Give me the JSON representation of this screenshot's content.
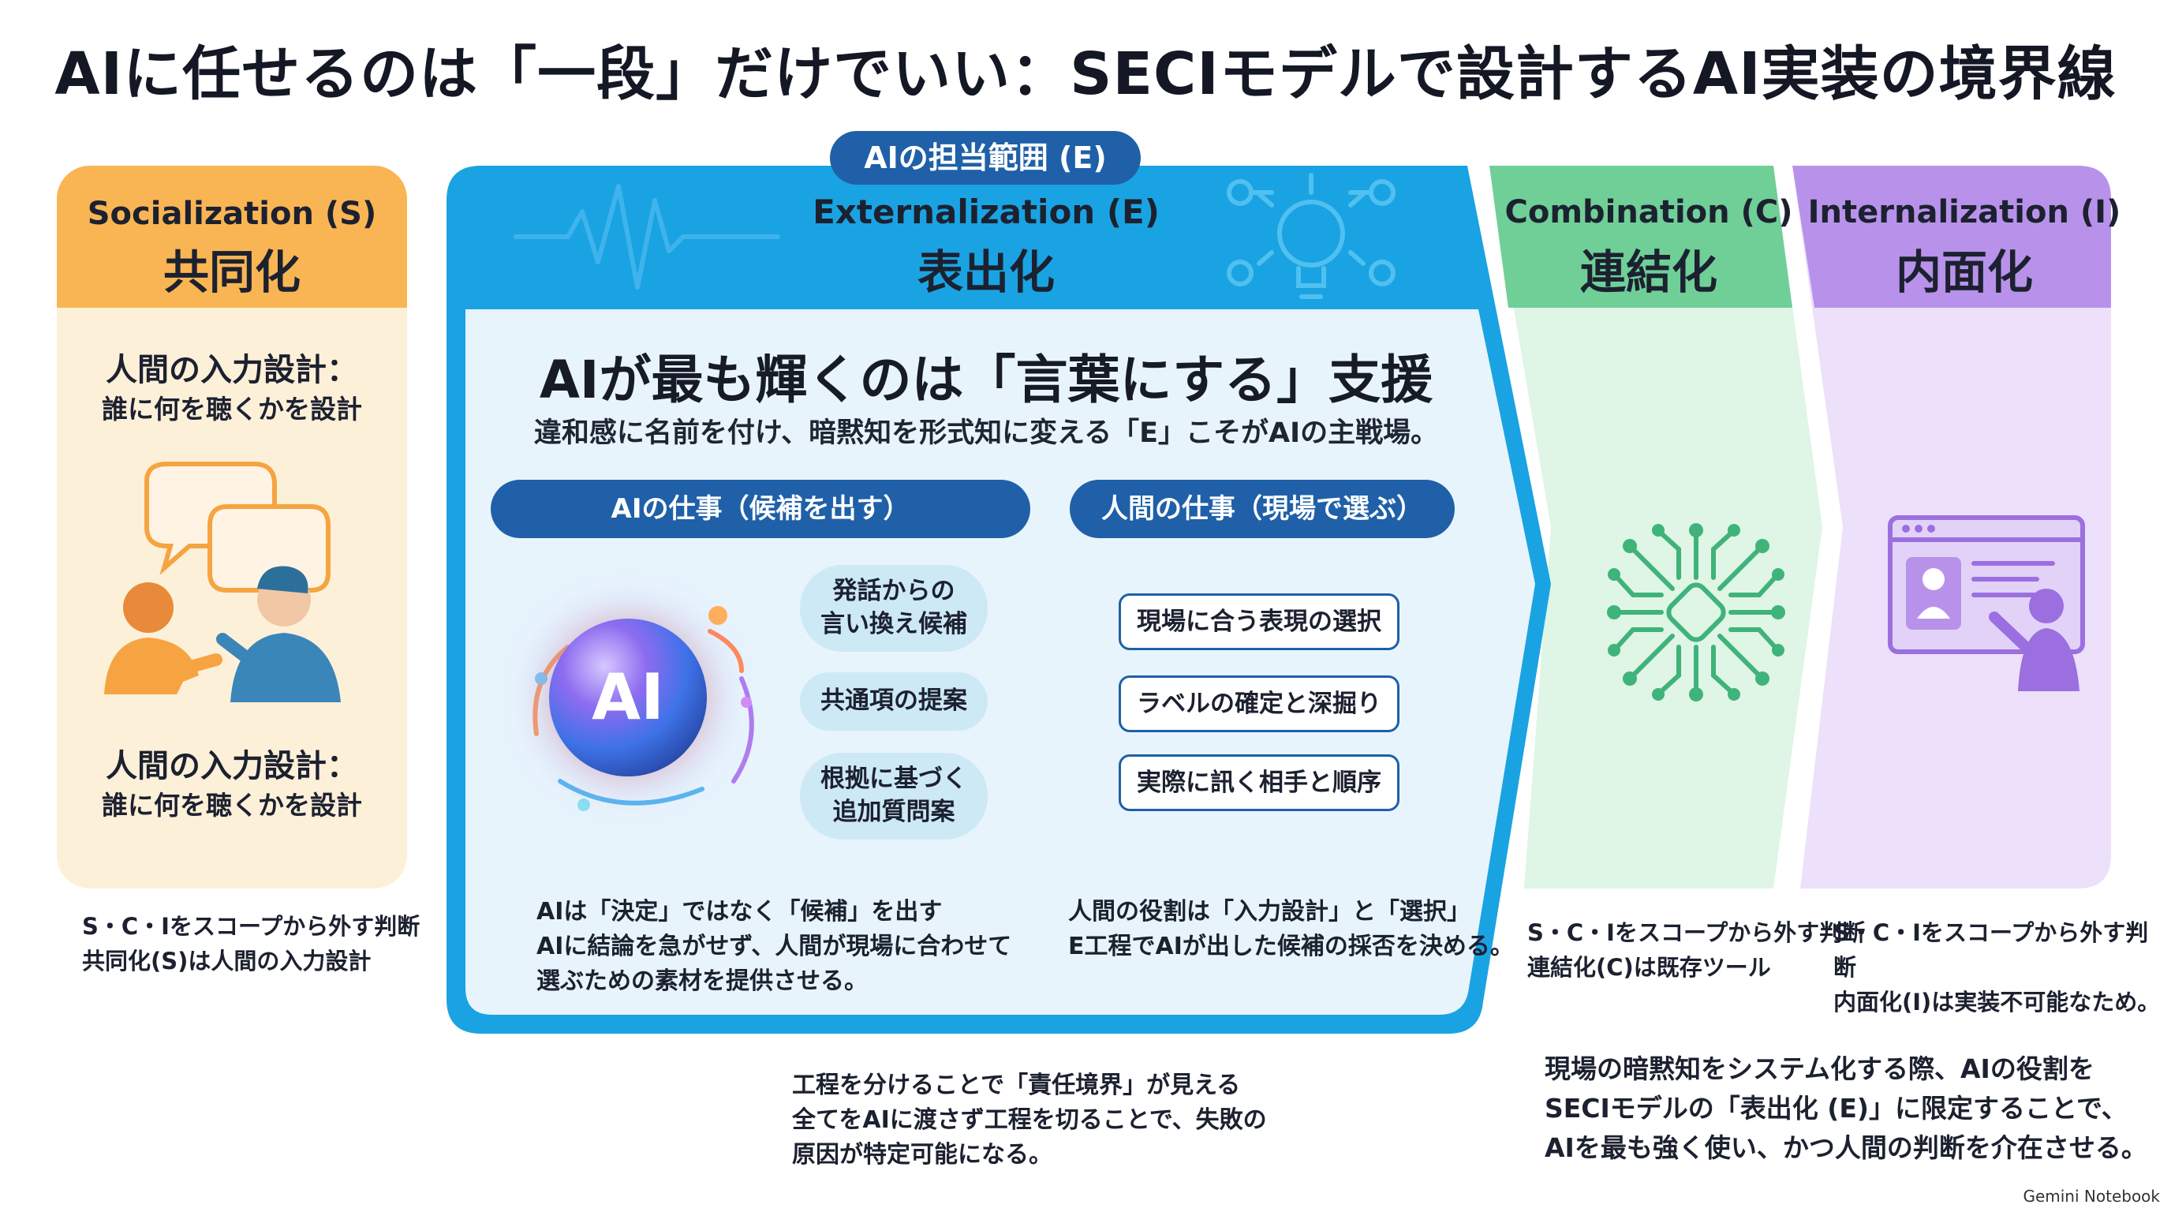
{
  "title": "AIに任せるのは「一段」だけでいい：SECIモデルで設計するAI実装の境界線",
  "socialization": {
    "en": "Socialization (S)",
    "jp": "共同化",
    "block1_heading": "人間の入力設計：",
    "block1_body": "誰に何を聴くかを設計",
    "block2_heading": "人間の入力設計：",
    "block2_body": "誰に何を聴くかを設計",
    "note_line1": "S・C・Iをスコープから外す判断",
    "note_line2": "共同化(S)は人間の入力設計"
  },
  "externalization": {
    "scope_tab": "AIの担当範囲 (E)",
    "en": "Externalization (E)",
    "jp": "表出化",
    "headline": "AIが最も輝くのは「言葉にする」支援",
    "subline": "違和感に名前を付け、暗黙知を形式知に変える「E」こそがAIの主戦場。",
    "ai_role_label": "AIの仕事（候補を出す）",
    "human_role_label": "人間の仕事（現場で選ぶ）",
    "ai_orb_label": "AI",
    "ai_items": [
      [
        "発話からの",
        "言い換え候補"
      ],
      [
        "共通項の提案"
      ],
      [
        "根拠に基づく",
        "追加質問案"
      ]
    ],
    "human_items": [
      "現場に合う表現の選択",
      "ラベルの確定と深掘り",
      "実際に訊く相手と順序"
    ],
    "ai_text": [
      "AIは「決定」ではなく「候補」を出す",
      "AIに結論を急がせず、人間が現場に合わせて",
      "選ぶための素材を提供させる。"
    ],
    "human_text": [
      "人間の役割は「入力設計」と「選択」",
      "E工程でAIが出した候補の採否を決める。"
    ]
  },
  "combination": {
    "en": "Combination (C)",
    "jp": "連結化",
    "note_line1": "S・C・Iをスコープから外す判断",
    "note_line2": "連結化(C)は既存ツール"
  },
  "internalization": {
    "en": "Internalization (I)",
    "jp": "内面化",
    "note_line1": "S・C・Iをスコープから外す判断",
    "note_line2": "内面化(I)は実装不可能なため。"
  },
  "bottom_center": [
    "工程を分けることで「責任境界」が見える",
    "全てをAIに渡さず工程を切ることで、失敗の",
    "原因が特定可能になる。"
  ],
  "bottom_right": [
    "現場の暗黙知をシステム化する際、AIの役割を",
    "SECIモデルの「表出化 (E)」に限定することで、",
    "AIを最も強く使い、かつ人間の判断を介在させる。"
  ],
  "brand": "Gemini Notebook",
  "colors": {
    "s_head": "#f9b553",
    "s_body": "#fdf0d8",
    "e_border": "#1aa3e2",
    "e_fill": "#e8f4fc",
    "e_dark": "#1f60a8",
    "c_head": "#6fcf97",
    "c_body": "#dff5e6",
    "i_head": "#b892ea",
    "i_body": "#ece0fa"
  },
  "icons": [
    "speech-bubbles-icon",
    "people-conversation-icon",
    "pulse-wave-icon",
    "lightbulb-network-icon",
    "ai-orb-icon",
    "circuit-network-icon",
    "presentation-screen-icon"
  ]
}
